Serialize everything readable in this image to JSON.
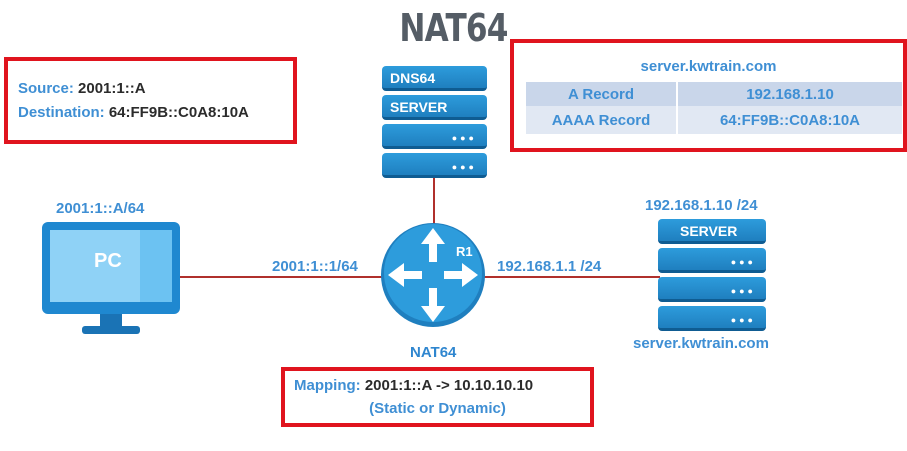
{
  "title": "NAT64",
  "source_box": {
    "source_label": "Source:",
    "source_value": "2001:1::A",
    "destination_label": "Destination:",
    "destination_value": "64:FF9B::C0A8:10A"
  },
  "dns_server": {
    "line1": "DNS64",
    "line2": "SERVER"
  },
  "records_box": {
    "host": "server.kwtrain.com",
    "rows": [
      {
        "type": "A Record",
        "value": "192.168.1.10"
      },
      {
        "type": "AAAA Record",
        "value": "64:FF9B::C0A8:10A"
      }
    ]
  },
  "pc": {
    "address": "2001:1::A/64",
    "label": "PC"
  },
  "router": {
    "name": "R1",
    "label": "NAT64",
    "left_interface": "2001:1::1/64",
    "right_interface": "192.168.1.1 /24"
  },
  "server": {
    "address": "192.168.1.10 /24",
    "label": "SERVER",
    "hostname": "server.kwtrain.com"
  },
  "mapping_box": {
    "label": "Mapping:",
    "value": "2001:1::A -> 10.10.10.10",
    "note": "(Static or Dynamic)"
  },
  "colors": {
    "accent_blue": "#3f8fd4",
    "device_blue": "#2d9cdc",
    "highlight_red": "#e0141e",
    "link_red": "#b0302c"
  }
}
